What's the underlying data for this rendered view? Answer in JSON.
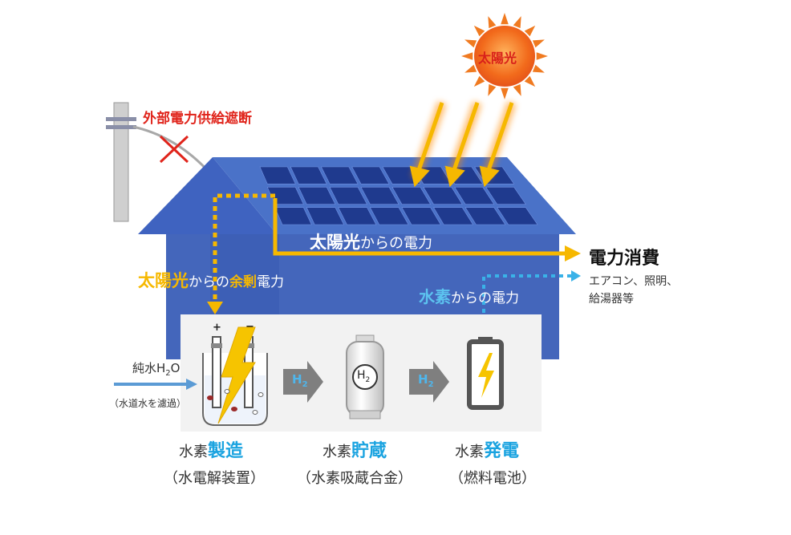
{
  "sun": {
    "label": "太陽光"
  },
  "grid": {
    "label": "外部電力供給遮断"
  },
  "solar_power": {
    "strong": "太陽光",
    "rest": "からの電力"
  },
  "surplus_power": {
    "strong": "太陽光",
    "mid": "からの",
    "accent": "余剰",
    "rest": "電力"
  },
  "hydrogen_power": {
    "strong": "水素",
    "rest": "からの電力"
  },
  "consumption": {
    "title": "電力消費",
    "line1": "エアコン、照明、",
    "line2": "給湯器等"
  },
  "water_input": {
    "label": "純水H",
    "sub": "2",
    "suffix": "O",
    "note": "（水道水を濾過）"
  },
  "electrolyzer": {
    "plus": "+",
    "minus": "−"
  },
  "arrows": {
    "h2_a": "H",
    "h2_a_sub": "2",
    "h2_b": "H",
    "h2_b_sub": "2"
  },
  "tank": {
    "label": "H",
    "label_sub": "2"
  },
  "stages": [
    {
      "prefix": "水素",
      "strong": "製造",
      "sub": "（水電解装置）"
    },
    {
      "prefix": "水素",
      "strong": "貯蔵",
      "sub": "（水素吸蔵合金）"
    },
    {
      "prefix": "水素",
      "strong": "発電",
      "sub": "（燃料電池）"
    }
  ],
  "colors": {
    "roof": "#4a72c8",
    "house": "#4466bb",
    "panel": "#1f3a8e",
    "solar_line": "#f6b800",
    "hydrogen_line": "#3ab2e8",
    "red": "#e0241b"
  }
}
